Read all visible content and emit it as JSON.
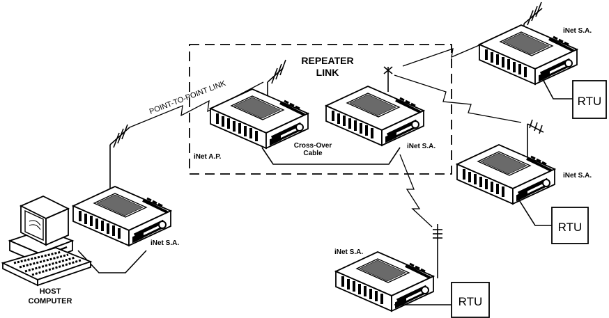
{
  "labels": {
    "repeater_link_line1": "REPEATER",
    "repeater_link_line2": "LINK",
    "point_to_point_link": "POINT-TO-POINT LINK",
    "cross_over_cable_line1": "Cross-Over",
    "cross_over_cable_line2": "Cable",
    "host_computer_line1": "HOST",
    "host_computer_line2": "COMPUTER",
    "inet_ap": "iNet A.P.",
    "inet_sa_repeater": "iNet S.A.",
    "inet_sa_top_right": "iNet S.A.",
    "inet_sa_mid_right": "iNet S.A.",
    "inet_sa_bottom": "iNet S.A.",
    "inet_sa_host": "iNet S.A.",
    "rtu_top_right": "RTU",
    "rtu_mid_right": "RTU",
    "rtu_bottom": "RTU"
  }
}
